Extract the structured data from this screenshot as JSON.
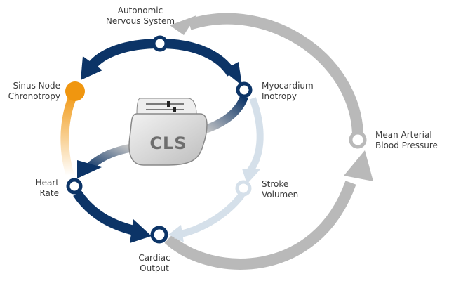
{
  "diagram": {
    "title": "CLS closed loop regulation",
    "device_label": "CLS",
    "colors": {
      "primary": "#0c3467",
      "feedback": "#b9b9b9",
      "light": "#d5e0ea",
      "accent": "#f0960f",
      "text": "#3a3a3a"
    },
    "nodes": [
      {
        "id": "autonomic",
        "lines": [
          "Autonomic",
          "Nervous System"
        ]
      },
      {
        "id": "sinus",
        "lines": [
          "Sinus Node",
          "Chronotropy"
        ]
      },
      {
        "id": "myocardium",
        "lines": [
          "Myocardium",
          "Inotropy"
        ]
      },
      {
        "id": "map",
        "lines": [
          "Mean Arterial",
          "Blood Pressure"
        ]
      },
      {
        "id": "heart-rate",
        "lines": [
          "Heart",
          "Rate"
        ]
      },
      {
        "id": "stroke",
        "lines": [
          "Stroke",
          "Volumen"
        ]
      },
      {
        "id": "cardiac",
        "lines": [
          "Cardiac",
          "Output"
        ]
      }
    ],
    "edges": [
      {
        "from": "autonomic",
        "to": "sinus"
      },
      {
        "from": "autonomic",
        "to": "myocardium"
      },
      {
        "from": "sinus",
        "to": "heart-rate"
      },
      {
        "from": "myocardium",
        "to": "stroke"
      },
      {
        "from": "heart-rate",
        "to": "cardiac"
      },
      {
        "from": "stroke",
        "to": "cardiac"
      },
      {
        "from": "cardiac",
        "to": "map"
      },
      {
        "from": "map",
        "to": "autonomic"
      },
      {
        "from": "device",
        "to": "heart-rate"
      },
      {
        "from": "device",
        "to": "myocardium"
      }
    ]
  }
}
